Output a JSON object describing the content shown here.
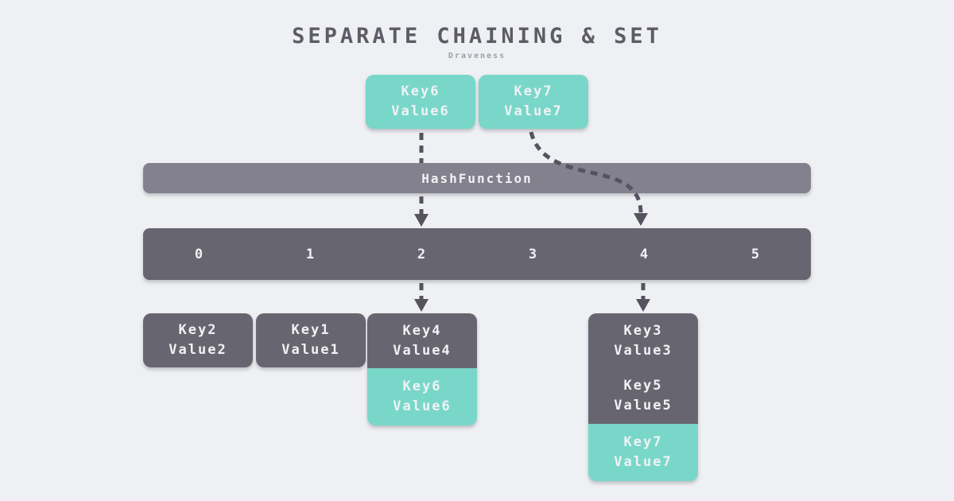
{
  "title": "SEPARATE CHAINING & SET",
  "subtitle": "Draveness",
  "inputs": [
    {
      "key": "Key6",
      "value": "Value6"
    },
    {
      "key": "Key7",
      "value": "Value7"
    }
  ],
  "hash_function": {
    "label": "HashFunction"
  },
  "table": {
    "slots": [
      "0",
      "1",
      "2",
      "3",
      "4",
      "5"
    ]
  },
  "buckets": [
    {
      "slot": "0",
      "entries": [
        {
          "key": "Key2",
          "value": "Value2",
          "highlight": false
        }
      ]
    },
    {
      "slot": "1",
      "entries": [
        {
          "key": "Key1",
          "value": "Value1",
          "highlight": false
        }
      ]
    },
    {
      "slot": "2",
      "entries": [
        {
          "key": "Key4",
          "value": "Value4",
          "highlight": false
        },
        {
          "key": "Key6",
          "value": "Value6",
          "highlight": true
        }
      ]
    },
    {
      "slot": "4",
      "entries": [
        {
          "key": "Key3",
          "value": "Value3",
          "highlight": false
        },
        {
          "key": "Key5",
          "value": "Value5",
          "highlight": false
        },
        {
          "key": "Key7",
          "value": "Value7",
          "highlight": true
        }
      ]
    }
  ],
  "colors": {
    "background": "#eef0f3",
    "highlight_teal": "#79d7c9",
    "bucket_gray": "#676670",
    "hash_bar_gray": "#83818d",
    "arrow": "#54535e",
    "title_text": "#5d5c66",
    "subtitle_text": "#9aa0a9",
    "box_text": "#f0f2f4"
  }
}
